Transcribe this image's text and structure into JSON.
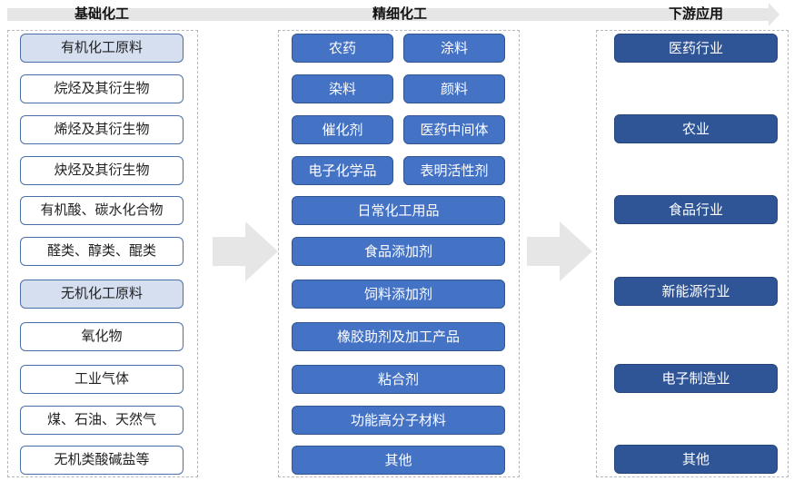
{
  "headers": {
    "basic": "基础化工",
    "fine": "精细化工",
    "downstream": "下游应用"
  },
  "basic_chemicals": [
    {
      "label": "有机化工原料",
      "category": true
    },
    {
      "label": "烷烃及其衍生物",
      "category": false
    },
    {
      "label": "烯烃及其衍生物",
      "category": false
    },
    {
      "label": "炔烃及其衍生物",
      "category": false
    },
    {
      "label": "有机酸、碳水化合物",
      "category": false
    },
    {
      "label": "醛类、醇类、醌类",
      "category": false
    },
    {
      "label": "无机化工原料",
      "category": true
    },
    {
      "label": "氧化物",
      "category": false
    },
    {
      "label": "工业气体",
      "category": false
    },
    {
      "label": "煤、石油、天然气",
      "category": false
    },
    {
      "label": "无机类酸碱盐等",
      "category": false
    }
  ],
  "fine_chemicals": [
    {
      "label": "农药"
    },
    {
      "label": "涂料"
    },
    {
      "label": "染料"
    },
    {
      "label": "颜料"
    },
    {
      "label": "催化剂"
    },
    {
      "label": "医药中间体"
    },
    {
      "label": "电子化学品"
    },
    {
      "label": "表明活性剂"
    },
    {
      "label": "日常化工用品"
    },
    {
      "label": "食品添加剂"
    },
    {
      "label": "饲料添加剂"
    },
    {
      "label": "橡胶助剂及加工产品"
    },
    {
      "label": "粘合剂"
    },
    {
      "label": "功能高分子材料"
    },
    {
      "label": "其他"
    }
  ],
  "downstream": [
    {
      "label": "医药行业"
    },
    {
      "label": "农业"
    },
    {
      "label": "食品行业"
    },
    {
      "label": "新能源行业"
    },
    {
      "label": "电子制造业"
    },
    {
      "label": "其他"
    }
  ],
  "colors": {
    "category_fill": "#d6dff0",
    "item_border": "#4a6fa8",
    "fine_fill": "#4472c4",
    "downstream_fill": "#2f5597",
    "arrow_gray": "#e6e6e6"
  }
}
